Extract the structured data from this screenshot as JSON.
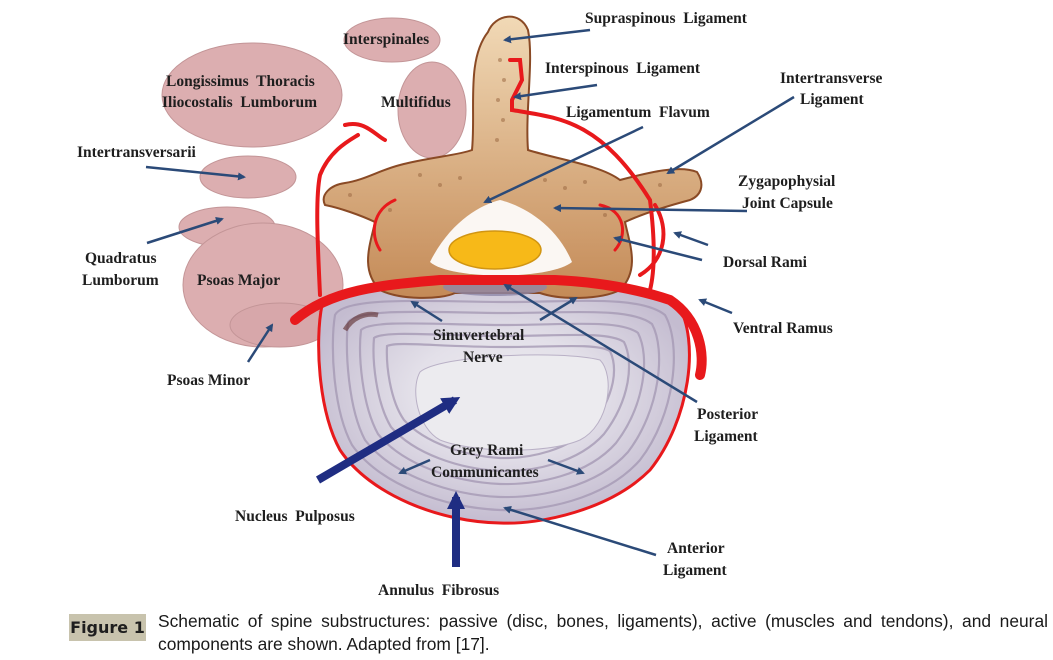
{
  "figure": {
    "labels": {
      "supraspinous_ligament": "Supraspinous  Ligament",
      "interspinales": "Interspinales",
      "interspinous_ligament": "Interspinous  Ligament",
      "longissimus_line1": "Longissimus  Thoracis",
      "longissimus_line2": "Iliocostalis  Lumborum",
      "multifidus": "Multifidus",
      "ligamentum_flavum": "Ligamentum  Flavum",
      "intertransverse_line1": "Intertransverse",
      "intertransverse_line2": "Ligament",
      "intertransversarii": "Intertransversarii",
      "zygapophysial_line1": "Zygapophysial",
      "zygapophysial_line2": "Joint Capsule",
      "dorsal_rami": "Dorsal Rami",
      "quadratus_line1": "Quadratus",
      "quadratus_line2": "Lumborum",
      "psoas_major": "Psoas Major",
      "ventral_ramus": "Ventral Ramus",
      "sinuvertebral_line1": "Sinuvertebral",
      "sinuvertebral_line2": "Nerve",
      "psoas_minor": "Psoas Minor",
      "posterior_line1": "Posterior",
      "posterior_line2": "Ligament",
      "grey_rami_line1": "Grey Rami",
      "grey_rami_line2": "Communicantes",
      "nucleus_pulposus": "Nucleus  Pulposus",
      "anterior_line1": "Anterior",
      "anterior_line2": "Ligament",
      "annulus_fibrosus": "Annulus  Fibrosus"
    },
    "colors": {
      "muscle": "#dcaeb0",
      "nerve": "#e8191c",
      "bone": "#e6c7a0",
      "arrow": "#2b4a78",
      "thick_arrow": "#1f2d82",
      "spinal_cord": "#f7b918",
      "disc": "#c9c2d6"
    }
  },
  "caption": {
    "badge": "Figure 1",
    "text": "Schematic of spine substructures: passive (disc, bones, ligaments), active (muscles and tendons), and neural components are shown. Adapted from [17]."
  }
}
